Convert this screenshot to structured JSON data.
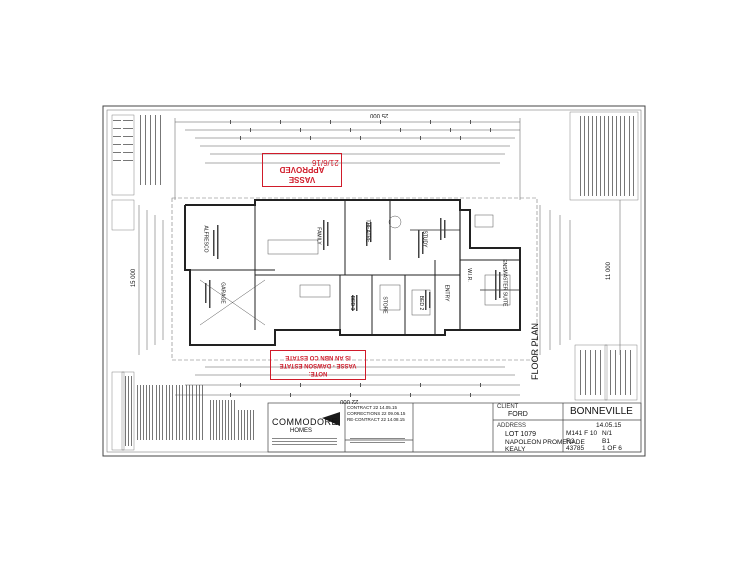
{
  "title_block": {
    "builder_name": "COMMODORE",
    "builder_sub": "HOMES",
    "client_label": "CLIENT",
    "client": "FORD",
    "address_label": "ADDRESS",
    "address_line1": "LOT 1079",
    "address_line2": "NAPOLEON PROMENADE",
    "address_line3": "KEALY",
    "design_name": "BONNEVILLE",
    "drawing_title": "FLOOR PLAN",
    "date": "14.05.15",
    "scale": "N/1",
    "job_code": "M141 F 10",
    "revision": "R3",
    "size": "B1",
    "job_number": "43785",
    "sheet": "1 OF 6",
    "revisions": [
      {
        "rev": "CONTRACT",
        "no": "22",
        "date": "14.05.15"
      },
      {
        "rev": "CORRECTIONS",
        "no": "22",
        "date": "09.06.15"
      },
      {
        "rev": "RE-CONTRACT",
        "no": "22",
        "date": "14.08.15"
      }
    ]
  },
  "stamps": {
    "approval_line1": "VASSE",
    "approval_line2": "APPROVED",
    "approval_date": "21/6/16",
    "note_line1": "NOTE:",
    "note_line2": "VASSE - DAWSON ESTATE",
    "note_line3": "IS AN NBN CO ESTATE"
  },
  "dimensions": {
    "overall_top": "25 000",
    "overall_bottom": "22 000",
    "overall_left": "15 000",
    "overall_right": "11 000"
  },
  "rooms": [
    {
      "name": "ALFRESCO"
    },
    {
      "name": "GARAGE"
    },
    {
      "name": "FAMILY"
    },
    {
      "name": "THEATRE"
    },
    {
      "name": "STORE"
    },
    {
      "name": "BED 3"
    },
    {
      "name": "BED 2"
    },
    {
      "name": "ENTRY"
    },
    {
      "name": "MASTER SUITE"
    },
    {
      "name": "W.I.R."
    },
    {
      "name": "ENS."
    },
    {
      "name": "STUDY"
    }
  ],
  "colors": {
    "line": "#333333",
    "stamp": "#d01b2a"
  }
}
